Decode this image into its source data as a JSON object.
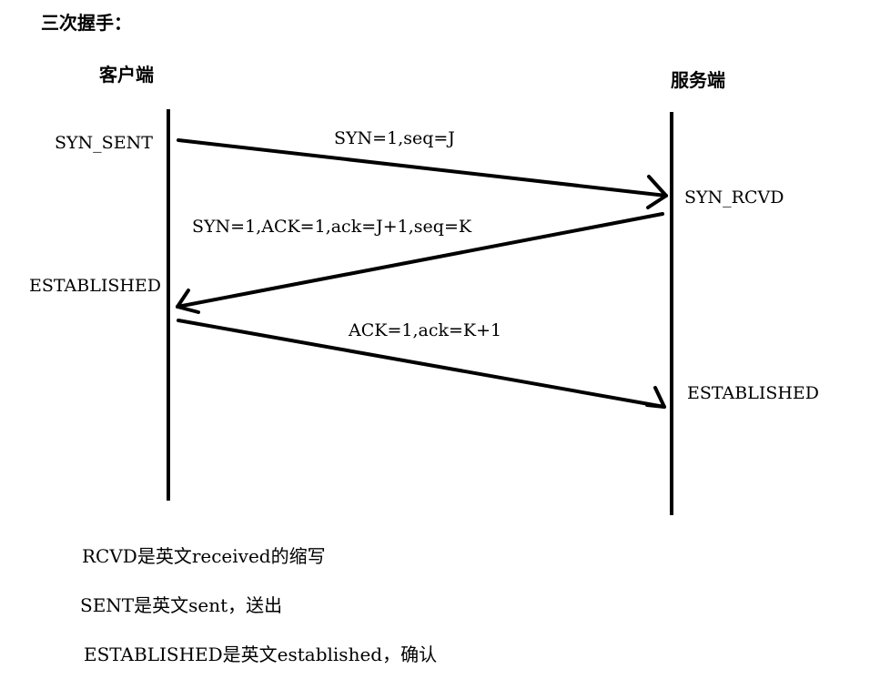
{
  "diagram": {
    "title": "三次握手：",
    "client_label": "客户端",
    "server_label": "服务端",
    "client_states": [
      "SYN_SENT",
      "ESTABLISHED"
    ],
    "server_states": [
      "SYN_RCVD",
      "ESTABLISHED"
    ],
    "messages": [
      {
        "label": "SYN=1,seq=J",
        "direction": "client-to-server"
      },
      {
        "label": "SYN=1,ACK=1,ack=J+1,seq=K",
        "direction": "server-to-client"
      },
      {
        "label": "ACK=1,ack=K+1",
        "direction": "client-to-server"
      }
    ],
    "notes": [
      "RCVD是英文received的缩写",
      "SENT是英文sent，送出",
      "ESTABLISHED是英文established，确认"
    ],
    "line_color": "#000000"
  }
}
